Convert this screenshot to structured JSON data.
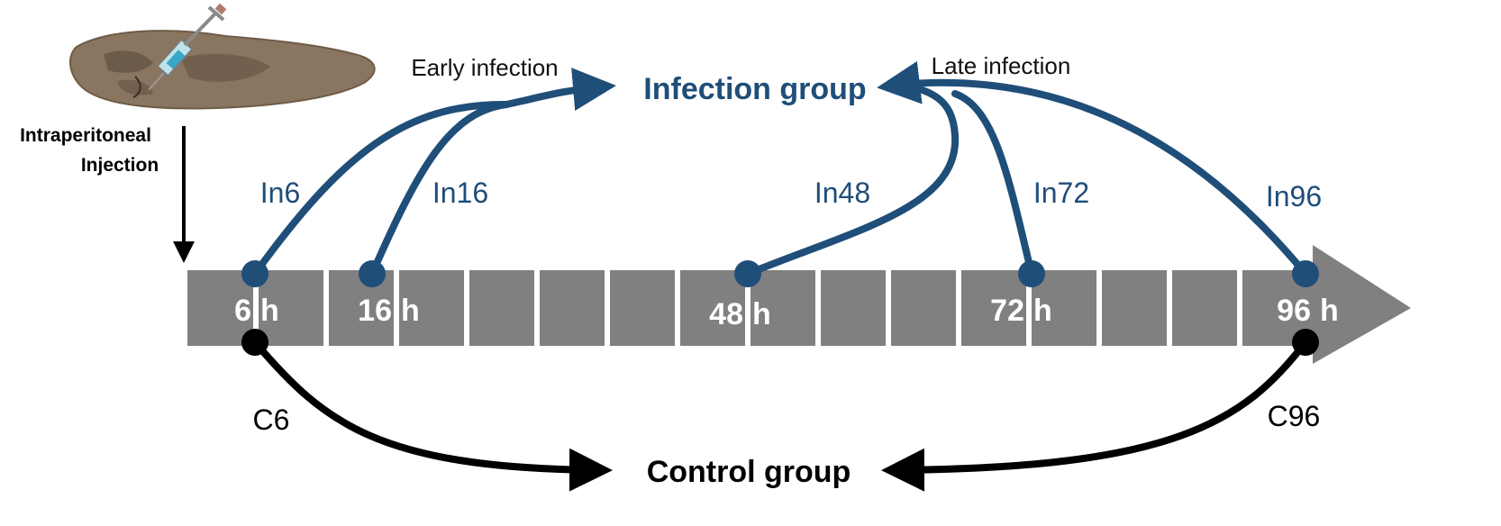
{
  "injection_label_line1": "Intraperitoneal",
  "injection_label_line2": "Injection",
  "phase_early": "Early infection",
  "phase_late": "Late infection",
  "infection_group": "Infection group",
  "control_group": "Control group",
  "infection_samples": [
    "In6",
    "In16",
    "In48",
    "In72",
    "In96"
  ],
  "control_samples": [
    "C6",
    "C96"
  ],
  "timepoints": [
    {
      "num": "6",
      "unit": "h"
    },
    {
      "num": "16",
      "unit": "h"
    },
    {
      "num": "48",
      "unit": "h"
    },
    {
      "num": "72",
      "unit": "h"
    },
    {
      "num": "96",
      "unit": "h"
    }
  ],
  "colors": {
    "infection": "#1f4e79",
    "control": "#000000",
    "timeline": "#808080"
  },
  "icons": [
    "flatfish-icon",
    "syringe-icon"
  ]
}
